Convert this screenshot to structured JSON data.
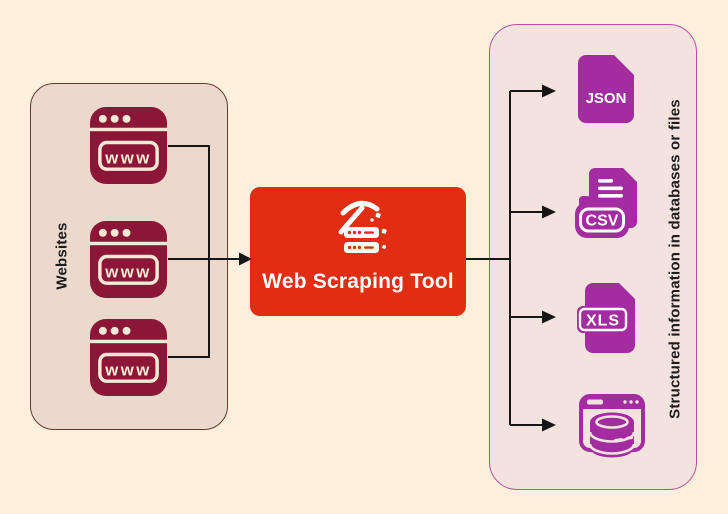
{
  "diagram": {
    "background_color": "#fcefdc",
    "connector_color": "#161616"
  },
  "websites_panel": {
    "label": "Websites",
    "bg_color": "#ead9cc",
    "border_color": "#66392e",
    "icon_color": "#8c1637",
    "icon_detail_color": "#f6e8d6",
    "browser_url_text": "www",
    "browser_count": 3
  },
  "tool": {
    "label": "Web Scraping Tool",
    "bg_color": "#e32d13",
    "text_color": "#ffffff",
    "icon": "data-mining-pickaxe-icon"
  },
  "outputs_panel": {
    "label": "Structured information in databases or files",
    "bg_color": "#f3e2de",
    "border_color": "#b3519f",
    "icon_color": "#a32da0",
    "items": [
      {
        "name": "json-file",
        "label": "JSON"
      },
      {
        "name": "csv-file",
        "label": "CSV"
      },
      {
        "name": "xls-file",
        "label": "XLS"
      },
      {
        "name": "database",
        "label": ""
      }
    ]
  }
}
